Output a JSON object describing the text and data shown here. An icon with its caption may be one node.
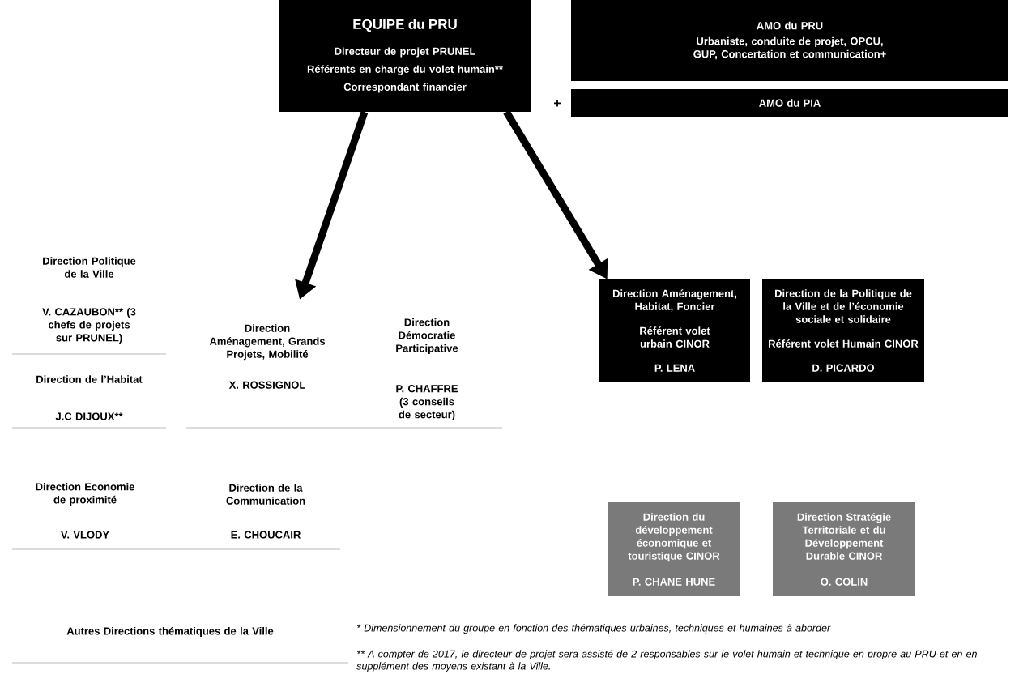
{
  "diagram": {
    "nodes": [
      {
        "text": [
          "EQUIPE du PRU",
          "Directeur de projet PRUNEL",
          "Référents en charge du volet humain**",
          "Correspondant financier"
        ]
      },
      {
        "text": [
          "AMO du PRU",
          "Urbaniste, conduite de projet, OPCU, GUP, Concertation et communication+"
        ]
      },
      {
        "text": [
          "AMO du PIA"
        ]
      },
      {
        "text": [
          "Direction Aménagement, Grands Projets, Mobilité",
          "X. ROSSIGNOL"
        ]
      },
      {
        "text": [
          "Direction Aménagement, Habitat, Foncier",
          "Référent volet urbain CINOR",
          "P. LENA"
        ]
      },
      {
        "text": [
          "Direction de la Politique de la Ville et de l’économie sociale et solidaire",
          "Référent volet Humain CINOR",
          "D. PICARDO"
        ]
      },
      {
        "text": [
          "Direction du développement économique et touristique CINOR",
          "P. CHANE HUNE"
        ]
      },
      {
        "text": [
          "Direction Stratégie Territoriale et du Développement Durable CINOR",
          "O. COLIN"
        ]
      }
    ],
    "edges": [
      {
        "from": 0,
        "to": 3,
        "arrow": "to"
      },
      {
        "from": 0,
        "to": 4,
        "arrow": "to"
      }
    ],
    "labels": [
      "+",
      "Direction Politique de la Ville",
      "V. CAZAUBON** (3 chefs de projets sur PRUNEL)",
      "Direction de l’Habitat",
      "J.C DIJOUX**",
      "Direction Démocratie Participative",
      "P. CHAFFRE (3 conseils de secteur)",
      "Direction Economie de proximité",
      "V. VLODY",
      "Direction de la Communication",
      "E. CHOUCAIR",
      "Autres Directions thématiques de la Ville",
      "* Dimensionnement du groupe en fonction des thématiques urbaines, techniques et humaines à aborder",
      "** A compter de 2017, le directeur de projet sera assisté de 2 responsables sur le volet humain et technique en propre au PRU et en en supplément des moyens existant à la Ville."
    ]
  }
}
